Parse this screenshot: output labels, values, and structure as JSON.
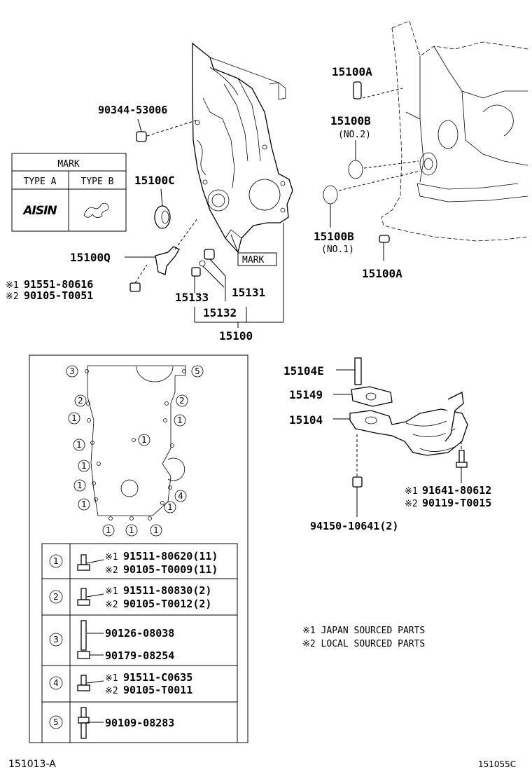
{
  "mark_table": {
    "title": "MARK",
    "col_a": "TYPE A",
    "col_b": "TYPE B",
    "logo_a": "AISIN"
  },
  "labels": {
    "p90344": "90344-53006",
    "p15100A_top": "15100A",
    "p15100B_top": "15100B",
    "p15100B_top_sub": "(NO.2)",
    "p15100C": "15100C",
    "p15100B_bot": "15100B",
    "p15100B_bot_sub": "(NO.1)",
    "p15100A_bot": "15100A",
    "p15100Q": "15100Q",
    "mark_callout": "MARK",
    "p91551_prefix": "※1",
    "p91551": "91551-80616",
    "p90105_t0051_prefix": "※2",
    "p90105_t0051": "90105-T0051",
    "p15133": "15133",
    "p15131": "15131",
    "p15132": "15132",
    "p15100": "15100",
    "p15104E": "15104E",
    "p15149": "15149",
    "p15104": "15104",
    "p91641_prefix": "※1",
    "p91641": "91641-80612",
    "p90119_prefix": "※2",
    "p90119": "90119-T0015",
    "p94150": "94150-10641(2)",
    "note1": "※1 JAPAN SOURCED PARTS",
    "note2": "※2 LOCAL SOURCED PARTS",
    "code_left": "151013-A",
    "code_right": "151055C"
  },
  "circle_numbers": {
    "one": "1",
    "two": "2",
    "three": "3",
    "four": "4",
    "five": "5"
  },
  "bolt_table": [
    {
      "num": "1",
      "lines": [
        {
          "prefix": "※1",
          "text": "91511-80620(11)"
        },
        {
          "prefix": "※2",
          "text": "90105-T0009(11)"
        }
      ]
    },
    {
      "num": "2",
      "lines": [
        {
          "prefix": "※1",
          "text": "91511-80830(2)"
        },
        {
          "prefix": "※2",
          "text": "90105-T0012(2)"
        }
      ]
    },
    {
      "num": "3",
      "lines": [
        {
          "prefix": "",
          "text": "90126-08038"
        },
        {
          "prefix": "",
          "text": "90179-08254"
        }
      ]
    },
    {
      "num": "4",
      "lines": [
        {
          "prefix": "※1",
          "text": "91511-C0635"
        },
        {
          "prefix": "※2",
          "text": "90105-T0011"
        }
      ]
    },
    {
      "num": "5",
      "lines": [
        {
          "prefix": "",
          "text": "90109-08283"
        }
      ]
    }
  ]
}
